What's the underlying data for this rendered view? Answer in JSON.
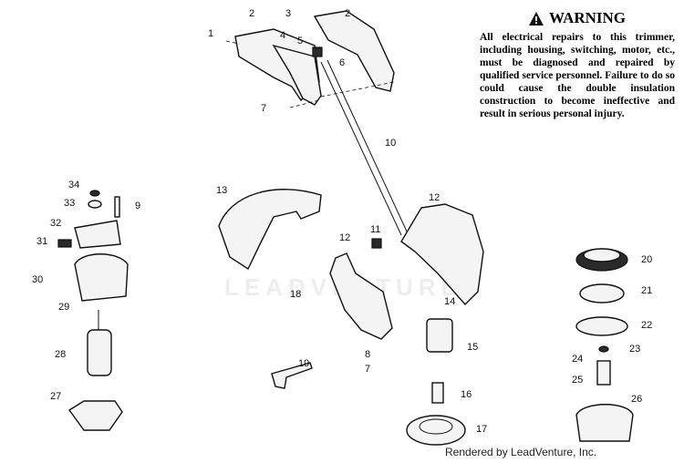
{
  "warning": {
    "title": "WARNING",
    "text": "All electrical repairs to this trimmer, including housing, switching, motor, etc., must be diagnosed and repaired by qualified service personnel. Failure to do so could cause the double insulation construction to become ineffective and result in serious personal injury."
  },
  "watermark": "LEADVENTURE",
  "credit": "Rendered by LeadVenture, Inc.",
  "callouts": {
    "c1": "1",
    "c2a": "2",
    "c2b": "2",
    "c3": "3",
    "c4": "4",
    "c5": "5",
    "c6": "6",
    "c7a": "7",
    "c7b": "7",
    "c8": "8",
    "c9": "9",
    "c10": "10",
    "c11": "11",
    "c12a": "12",
    "c12b": "12",
    "c13": "13",
    "c14": "14",
    "c15": "15",
    "c16": "16",
    "c17": "17",
    "c18": "18",
    "c19": "19",
    "c20": "20",
    "c21": "21",
    "c22": "22",
    "c23": "23",
    "c24": "24",
    "c25": "25",
    "c26": "26",
    "c27": "27",
    "c28": "28",
    "c29": "29",
    "c30": "30",
    "c31": "31",
    "c32": "32",
    "c33": "33",
    "c34": "34"
  }
}
